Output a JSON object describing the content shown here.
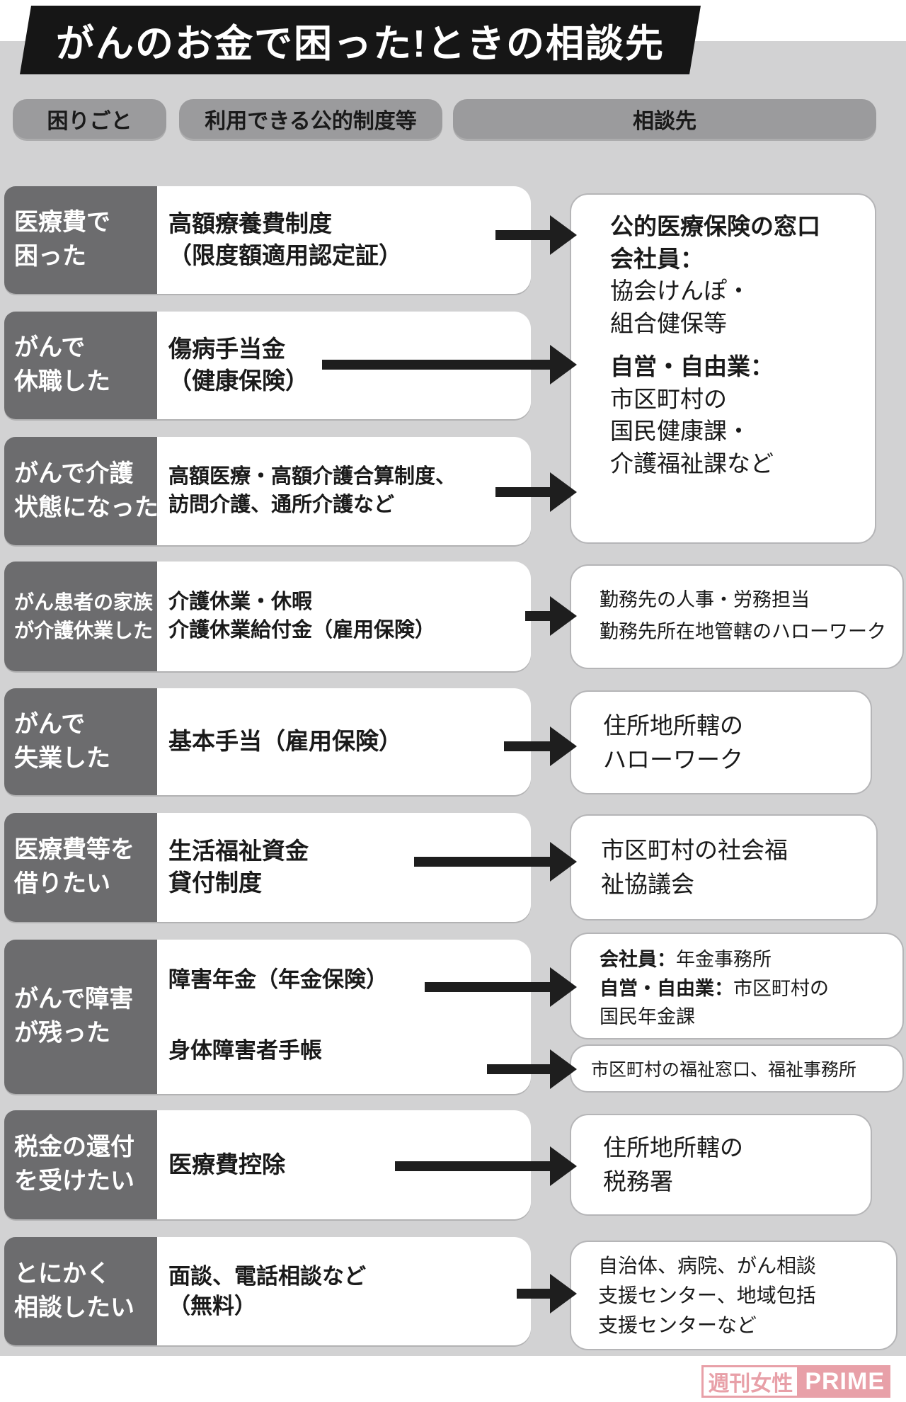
{
  "title": "がんのお金で困った!ときの相談先",
  "column_headers": {
    "trouble": "困りごと",
    "system": "利用できる公的制度等",
    "contact": "相談先"
  },
  "rows": [
    {
      "trouble": [
        "医療費で",
        "困った"
      ],
      "system": [
        "高額療養費制度",
        "（限度額適用認定証）"
      ]
    },
    {
      "trouble": [
        "がんで",
        "休職した"
      ],
      "system": [
        "傷病手当金",
        "（健康保険）"
      ]
    },
    {
      "trouble": [
        "がんで介護",
        "状態になった"
      ],
      "system": [
        "高額医療・高額介護合算制度、",
        "訪問介護、通所介護など"
      ]
    },
    {
      "trouble": [
        "がん患者の家族",
        "が介護休業した"
      ],
      "system": [
        "介護休業・休暇",
        "介護休業給付金（雇用保険）"
      ]
    },
    {
      "trouble": [
        "がんで",
        "失業した"
      ],
      "system": [
        "基本手当（雇用保険）"
      ]
    },
    {
      "trouble": [
        "医療費等を",
        "借りたい"
      ],
      "system": [
        "生活福祉資金",
        "貸付制度"
      ]
    },
    {
      "trouble": [
        "がんで障害",
        "が残った"
      ],
      "system": [
        "障害年金（年金保険）",
        "身体障害者手帳"
      ]
    },
    {
      "trouble": [
        "税金の還付",
        "を受けたい"
      ],
      "system": [
        "医療費控除"
      ]
    },
    {
      "trouble": [
        "とにかく",
        "相談したい"
      ],
      "system": [
        "面談、電話相談など",
        "（無料）"
      ]
    }
  ],
  "contacts": {
    "medical": {
      "lines": [
        "公的医療保険の窓口",
        "会社員：",
        "協会けんぽ・",
        "組合健保等",
        "自営・自由業：",
        "市区町村の",
        "国民健康課・",
        "介護福祉課など"
      ]
    },
    "workplace": {
      "lines": [
        "勤務先の人事・労務担当",
        "勤務先所在地管轄のハローワーク"
      ]
    },
    "hellowork": {
      "lines": [
        "住所地所轄の",
        "ハローワーク"
      ]
    },
    "welfare_council": {
      "lines": [
        "市区町村の社会福",
        "祉協議会"
      ]
    },
    "pension": {
      "l1_label": "会社員：",
      "l1_text": "年金事務所",
      "l2_label": "自営・自由業：",
      "l2_text": "市区町村の",
      "l3": "国民年金課"
    },
    "disability_book": {
      "line": "市区町村の福祉窓口、福祉事務所"
    },
    "tax_office": {
      "lines": [
        "住所地所轄の",
        "税務署"
      ]
    },
    "consult": {
      "lines": [
        "自治体、病院、がん相談",
        "支援センター、地域包括",
        "支援センターなど"
      ]
    }
  },
  "logo": {
    "weekly": "週刊女性",
    "prime": "PRIME"
  },
  "colors": {
    "accent_pink": "#e8a0a8",
    "dark_cell": "#6c6c6e",
    "banner_black": "#161616",
    "background_gray": "#d2d2d3"
  }
}
